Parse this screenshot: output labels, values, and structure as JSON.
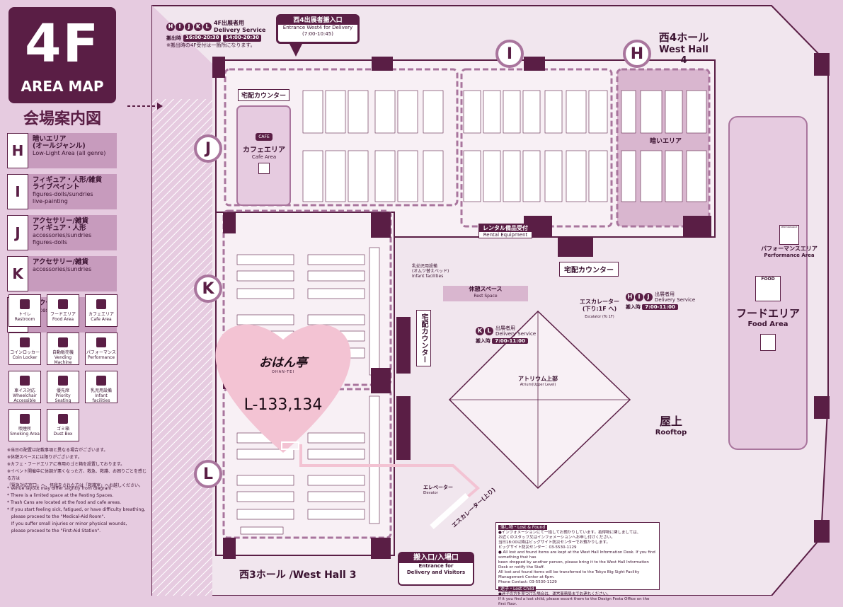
{
  "title": {
    "floor": "4F",
    "area_map": "AREA MAP",
    "guide": "会場案内図"
  },
  "legend": [
    {
      "letter": "H",
      "jp": "暗いエリア\n(オールジャンル)",
      "en": "Low-Light Area (all genre)"
    },
    {
      "letter": "I",
      "jp": "フィギュア・人形/雑貨\nライブペイント",
      "en": "figures-dolls/sundries\nlive-painting"
    },
    {
      "letter": "J",
      "jp": "アクセサリー/雑貨\nフィギュア・人形",
      "en": "accessories/sundries\nfigures-dolls"
    },
    {
      "letter": "K",
      "jp": "アクセサリー/雑貨",
      "en": "accessories/sundries"
    },
    {
      "letter": "L",
      "jp": "アクセサリー",
      "en": "accessories"
    }
  ],
  "icons": [
    {
      "name": "restroom-icon",
      "jp": "トイレ",
      "en": "Restroom"
    },
    {
      "name": "food-area-icon",
      "jp": "フードエリア",
      "en": "Food Area"
    },
    {
      "name": "cafe-area-icon",
      "jp": "カフェエリア",
      "en": "Cafe Area"
    },
    {
      "name": "coin-locker-icon",
      "jp": "コインロッカー",
      "en": "Coin Locker"
    },
    {
      "name": "vending-machine-icon",
      "jp": "自動販売機",
      "en": "Vending Machine"
    },
    {
      "name": "performance-icon",
      "jp": "パフォーマンス",
      "en": "Performance"
    },
    {
      "name": "wheelchair-icon",
      "jp": "車イス対応",
      "en": "Wheelchair Accessible"
    },
    {
      "name": "priority-seating-icon",
      "jp": "優先席",
      "en": "Priority Seating"
    },
    {
      "name": "infant-facilities-icon",
      "jp": "乳児用設備",
      "en": "Infant facilities"
    },
    {
      "name": "smoking-area-icon",
      "jp": "喫煙所",
      "en": "Smoking Area"
    },
    {
      "name": "dust-box-icon",
      "jp": "ゴミ箱",
      "en": "Dust Box"
    }
  ],
  "notes_jp": [
    "※当日の配置は記載事項と異なる場合がございます。",
    "※休憩スペースには限りがございます。",
    "※カフェ・フードエリアに専用のゴミ箱を設置しております。",
    "※イベント開催中に体調が悪くなった方、救急、救護、お困りごとを感じる方は",
    "「緊急対応窓口」へ、怪我をされた方は「救護室」へお越しください。"
  ],
  "notes_en": [
    "* Venue layout may differ slightly from diagram.",
    "* There is a limited space at the Resting Spaces.",
    "* Trash Cans are located at the food and cafe areas.",
    "* If you start feeling sick, fatigued, or have difficulty breathing,",
    "   please proceed to the \"Medical-Aid Room\".",
    "   If you suffer small injuries or minor physical wounds,",
    "   please proceed to the \"First-Aid Station\"."
  ],
  "delivery_top": {
    "letters": [
      "H",
      "I",
      "J",
      "K",
      "L"
    ],
    "title_jp": "4F出展者用",
    "title_en": "Delivery Service",
    "time1": "16:00-20:30",
    "time2": "14:00-20:30",
    "label": "搬出時",
    "note": "※搬出時の4F受付は一箇所になります。"
  },
  "entrance_west4": {
    "jp": "西4出展者搬入口",
    "en": "Entrance West4 for Delivery",
    "time": "(7:00-10:45)"
  },
  "hall_west4": {
    "jp": "西4ホール",
    "en": "West Hall 4"
  },
  "hall_west3": "西3ホール /West Hall 3",
  "area_letters": [
    "H",
    "I",
    "J",
    "K",
    "L"
  ],
  "takuhai_counter": "宅配カウンター",
  "cafe_area": {
    "badge": "CAFE",
    "jp": "カフェエリア",
    "en": "Cafe Area"
  },
  "rental": {
    "jp": "レンタル備品受付",
    "en": "Rental Equipment"
  },
  "dark_area": "暗いエリア",
  "performance_area": {
    "badge": "PERFORMANCE",
    "jp": "パフォーマンスエリア",
    "en": "Performance Area"
  },
  "rest_space": {
    "jp": "休憩スペース",
    "en": "Rest Space"
  },
  "infant": {
    "jp": "乳幼児用設備\n(オムツ替えベッド)",
    "en": "Infant facilities"
  },
  "escalator_down": {
    "jp": "エスカレーター\n(下り:1F へ)",
    "en": "Escalator (To 1F)"
  },
  "delivery_hij": {
    "letters": [
      "H",
      "I",
      "J"
    ],
    "label": "出展者用",
    "en": "Delivery Service",
    "time_label": "搬入時",
    "time": "7:00-11:00"
  },
  "delivery_kl": {
    "letters": [
      "K",
      "L"
    ],
    "label": "出展者用",
    "en": "Delivery Service",
    "time_label": "搬入時",
    "time": "7:00-11:00"
  },
  "atrium": {
    "jp": "アトリウム上部",
    "en": "Atrium(Upper Level)"
  },
  "food_area": {
    "badge": "FOOD",
    "jp": "フードエリア",
    "en": "Food Area"
  },
  "rooftop": {
    "jp": "屋上",
    "en": "Rooftop"
  },
  "elevator": {
    "jp": "エレベーター",
    "en": "Elevator"
  },
  "escalator_up": {
    "jp": "エスカレーター(上り)",
    "en": "Escalator (Up)"
  },
  "entrance_main": {
    "jp": "搬入口/入場口",
    "en1": "Entrance for",
    "en2": "Delivery and Visitors"
  },
  "booth": {
    "name": "おはん亭",
    "sub": "OHAN-TEI",
    "number": "L-133,134"
  },
  "lost_found": {
    "head": "落し物・Lost & Found",
    "lines": [
      "●インフォメーションにて一括してお預かりしています。拾得物に関しましては、",
      "お近くのスタッフ又はインフォメーションへお申し付けください。",
      "当日18:00以降はビッグサイト防災センターでお預かりします。",
      "ビッグサイト防災センター：03-5530-1129",
      "● All lost and found items are kept at the West Hall Information Desk. If you find something that has",
      "been dropped by another person, please bring it to the West Hall Information Desk or notify the Staff.",
      "All lost and found items will be transferred to the Tokyo Big Sight Facility Management Center at 6pm.",
      "Phone Contact: 03-5530-1129"
    ],
    "head2": "迷子・Lost Child",
    "lines2": [
      "●迷子の方を見つけた場合は、運営事務局までお連れください。",
      "If it you find a lost child, please escort them to the Design Festa Office on the first floor."
    ]
  },
  "colors": {
    "dark": "#5a1e45",
    "mid": "#a9759d",
    "light": "#e6cbe0",
    "heart": "#f3c3d3",
    "hall_bg": "#f1e6ee"
  }
}
